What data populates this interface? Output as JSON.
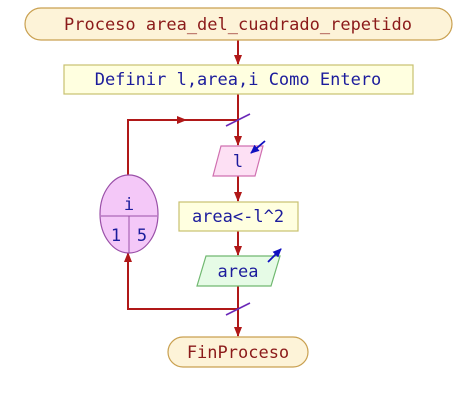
{
  "flowchart": {
    "start_label": "Proceso area_del_cuadrado_repetido",
    "define_label": "Definir l,area,i Como Entero",
    "loop": {
      "variable": "i",
      "start_value": "1",
      "end_value": "5"
    },
    "input_label": "l",
    "assign_label": "area<-l^2",
    "output_label": "area",
    "end_label": "FinProceso"
  },
  "colors": {
    "connector": "#b01818",
    "terminal_fill": "#fdf3d8",
    "terminal_stroke": "#c9a050",
    "terminal_text": "#8b1a1a",
    "process_fill": "#ffffe0",
    "process_stroke": "#c8c070",
    "code_text": "#1c1c9c",
    "input_fill": "#fde0f4",
    "input_stroke": "#d070b0",
    "output_fill": "#e6fbe6",
    "output_stroke": "#70b870",
    "loop_fill": "#f4c8f8",
    "loop_stroke": "#9a50a8",
    "io_arrow": "#1010c0",
    "tick_mark": "#6a28b8"
  }
}
